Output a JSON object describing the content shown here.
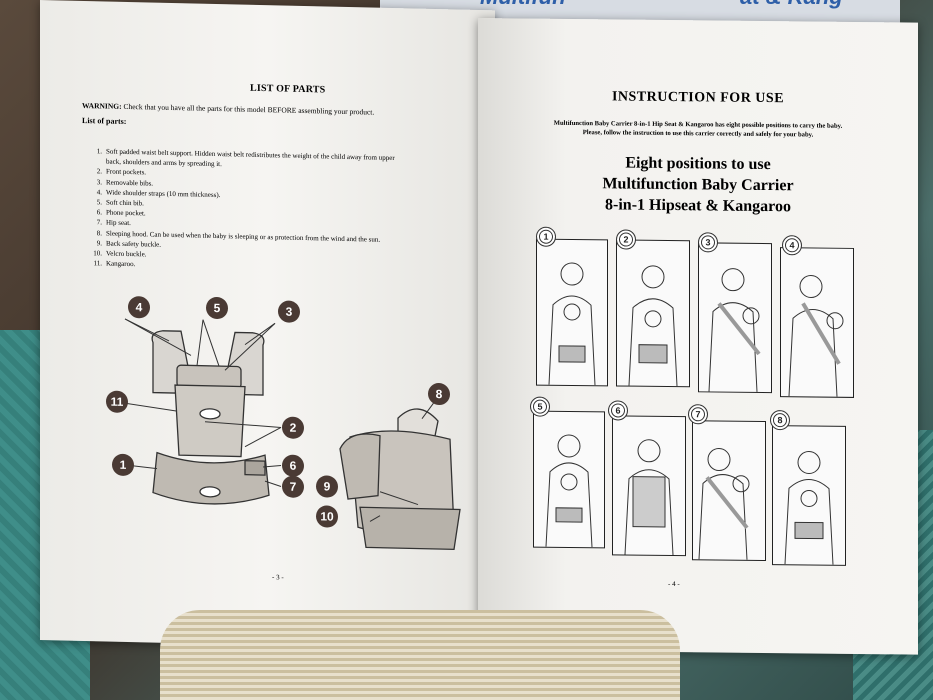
{
  "background": {
    "box_text_left": "Multifun",
    "box_text_right": "at & Kang"
  },
  "left_page": {
    "title": "LIST OF PARTS",
    "warning_label": "WARNING:",
    "warning_text": "Check that you have all the parts for this model BEFORE assembling your product.",
    "list_label": "List of parts:",
    "parts": [
      {
        "n": "1.",
        "text": "Soft padded waist belt support. Hidden waist belt redistributes the weight of the child away from upper",
        "cont": "back, shoulders and arms by spreading it."
      },
      {
        "n": "2.",
        "text": "Front pockets."
      },
      {
        "n": "3.",
        "text": "Removable bibs."
      },
      {
        "n": "4.",
        "text": "Wide shoulder straps (10 mm thickness)."
      },
      {
        "n": "5.",
        "text": "Soft chin bib."
      },
      {
        "n": "6.",
        "text": "Phone pocket."
      },
      {
        "n": "7.",
        "text": "Hip seat."
      },
      {
        "n": "8.",
        "text": "Sleeping hood. Can be used when the baby is sleeping or as protection from the wind and the sun."
      },
      {
        "n": "9.",
        "text": "Back safety buckle."
      },
      {
        "n": "10.",
        "text": "Velcro buckle."
      },
      {
        "n": "11.",
        "text": "Kangaroo."
      }
    ],
    "callouts": [
      "4",
      "5",
      "3",
      "11",
      "2",
      "1",
      "6",
      "7",
      "8",
      "9",
      "10"
    ],
    "page_number": "- 3 -"
  },
  "right_page": {
    "title": "INSTRUCTION FOR USE",
    "desc_line1": "Multifunction Baby Carrier 8-in-1 Hip Seat & Kangaroo has eight possible positions to carry the baby.",
    "desc_line2": "Please, follow the instruction to use this carrier correctly and safely for your baby.",
    "heading_line1": "Eight positions to use",
    "heading_line2": "Multifunction Baby Carrier",
    "heading_line3": "8-in-1 Hipseat & Kangaroo",
    "positions": [
      "1",
      "2",
      "3",
      "4",
      "5",
      "6",
      "7",
      "8"
    ],
    "page_number": "- 4 -"
  }
}
